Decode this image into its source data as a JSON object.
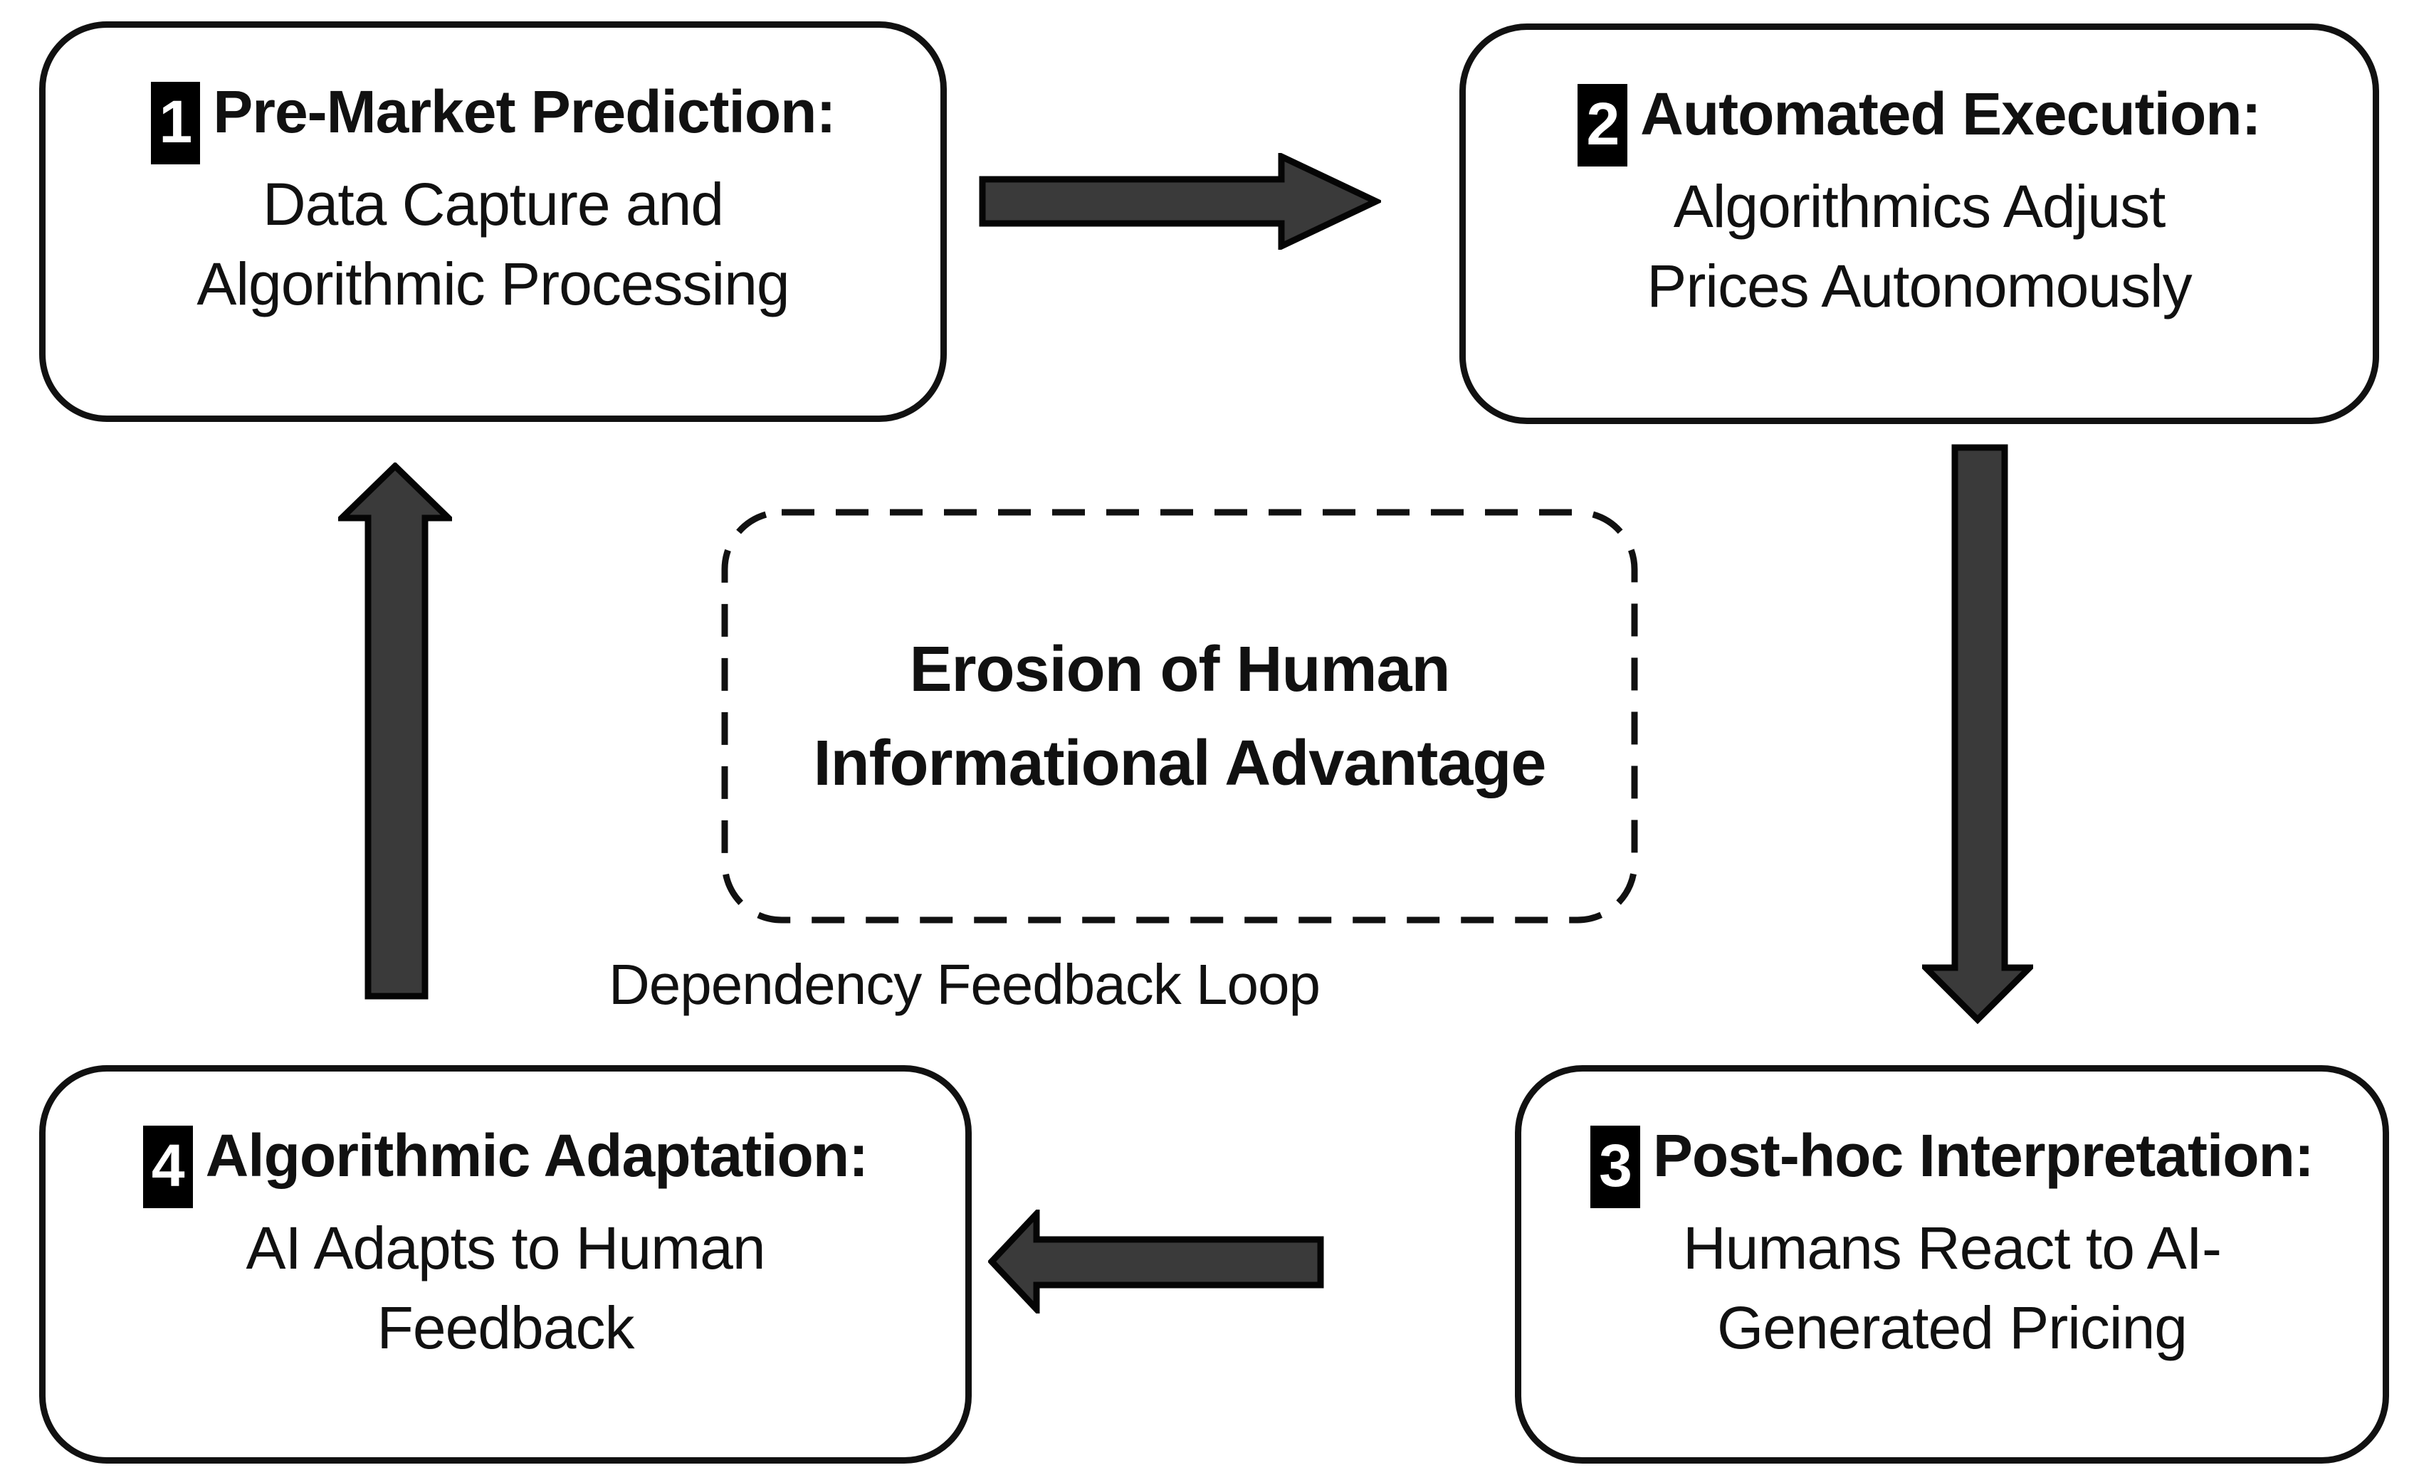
{
  "diagram": {
    "background": "#ffffff",
    "colors": {
      "box_border": "#111111",
      "text": "#111111",
      "arrow_fill": "#3a3a3a",
      "arrow_outline": "#050505",
      "badge_bg": "#000000",
      "badge_text": "#ffffff"
    },
    "boxes": [
      {
        "number": "1",
        "title": "Pre-Market Prediction:",
        "lines": [
          "Data Capture and",
          "Algorithmic Processing"
        ]
      },
      {
        "number": "2",
        "title": "Automated Execution:",
        "lines": [
          "Algorithmics Adjust",
          "Prices Autonomously"
        ]
      },
      {
        "number": "3",
        "title": "Post-hoc Interpretation:",
        "lines": [
          "Humans React to AI-",
          "Generated Pricing"
        ]
      },
      {
        "number": "4",
        "title": "Algorithmic Adaptation:",
        "lines": [
          "AI Adapts to Human",
          "Feedback"
        ]
      }
    ],
    "center_box": {
      "title_lines": [
        "Erosion of Human",
        "Informational Advantage"
      ]
    },
    "loop_label": "Dependency Feedback Loop",
    "arrows": [
      {
        "name": "step1-to-step2",
        "direction": "right"
      },
      {
        "name": "step2-to-step3",
        "direction": "down"
      },
      {
        "name": "step3-to-step4",
        "direction": "left"
      },
      {
        "name": "step4-to-step1",
        "direction": "up"
      }
    ]
  }
}
